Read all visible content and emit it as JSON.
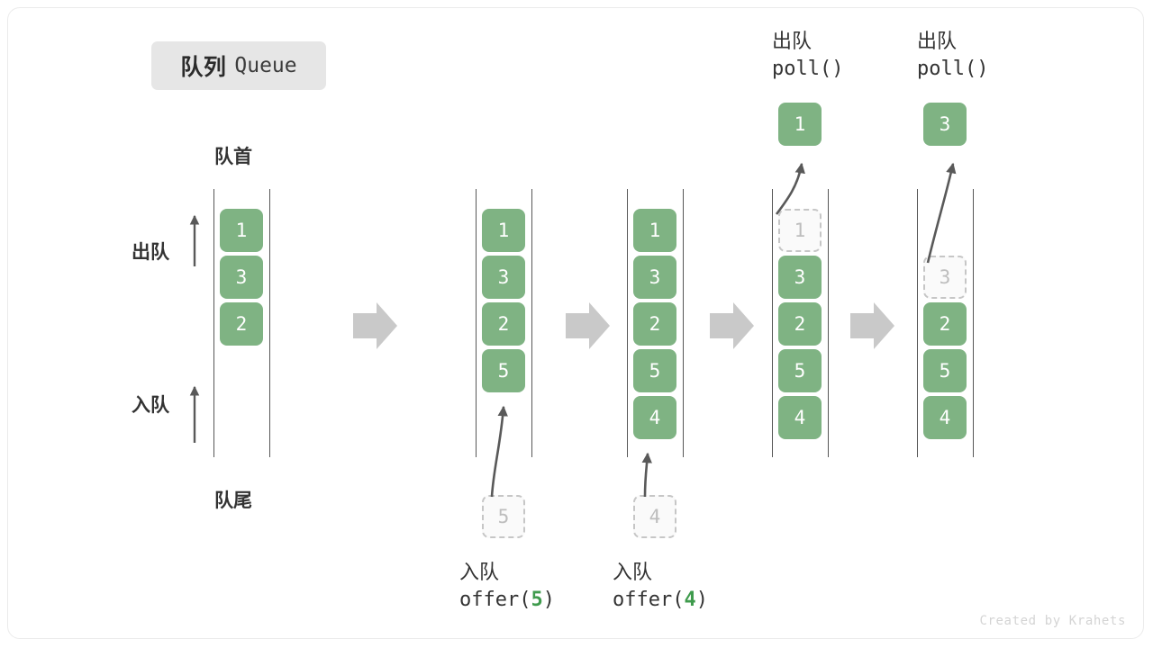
{
  "title": {
    "cn": "队列",
    "en": "Queue"
  },
  "labels": {
    "head": "队首",
    "tail": "队尾",
    "dequeue": "出队",
    "enqueue": "入队"
  },
  "watermark": "Created by Krahets",
  "colors": {
    "element": "#7fb383",
    "element_text": "#ffffff",
    "ghost_border": "#c6c6c6",
    "ghost_text": "#bdbdbd",
    "rail": "#575757",
    "arrow": "#595959",
    "step_arrow": "#c9c9c9",
    "badge_bg": "#e6e6e6",
    "text": "#333333",
    "accent_code": "#3f9b4d",
    "watermark": "#d4d4d4"
  },
  "columns": [
    {
      "id": "initial",
      "caption": null,
      "header": null,
      "popped": null,
      "cells": [
        {
          "value": "1",
          "state": "filled"
        },
        {
          "value": "3",
          "state": "filled"
        },
        {
          "value": "2",
          "state": "filled"
        }
      ]
    },
    {
      "id": "after-offer-5",
      "header": null,
      "popped": null,
      "incoming": {
        "value": "5",
        "state": "ghost"
      },
      "caption": {
        "cn": "入队",
        "fn": "offer(",
        "arg": "5",
        "close": ")"
      },
      "cells": [
        {
          "value": "1",
          "state": "filled"
        },
        {
          "value": "3",
          "state": "filled"
        },
        {
          "value": "2",
          "state": "filled"
        },
        {
          "value": "5",
          "state": "filled"
        }
      ]
    },
    {
      "id": "after-offer-4",
      "header": null,
      "popped": null,
      "incoming": {
        "value": "4",
        "state": "ghost"
      },
      "caption": {
        "cn": "入队",
        "fn": "offer(",
        "arg": "4",
        "close": ")"
      },
      "cells": [
        {
          "value": "1",
          "state": "filled"
        },
        {
          "value": "3",
          "state": "filled"
        },
        {
          "value": "2",
          "state": "filled"
        },
        {
          "value": "5",
          "state": "filled"
        },
        {
          "value": "4",
          "state": "filled"
        }
      ]
    },
    {
      "id": "after-poll-1",
      "header": {
        "cn": "出队",
        "code": "poll()"
      },
      "popped": {
        "value": "1"
      },
      "caption": null,
      "cells": [
        {
          "value": "1",
          "state": "ghost"
        },
        {
          "value": "3",
          "state": "filled"
        },
        {
          "value": "2",
          "state": "filled"
        },
        {
          "value": "5",
          "state": "filled"
        },
        {
          "value": "4",
          "state": "filled"
        }
      ]
    },
    {
      "id": "after-poll-3",
      "header": {
        "cn": "出队",
        "code": "poll()"
      },
      "popped": {
        "value": "3"
      },
      "caption": null,
      "cells": [
        {
          "value": "3",
          "state": "ghost"
        },
        {
          "value": "2",
          "state": "filled"
        },
        {
          "value": "5",
          "state": "filled"
        },
        {
          "value": "4",
          "state": "filled"
        }
      ]
    }
  ]
}
